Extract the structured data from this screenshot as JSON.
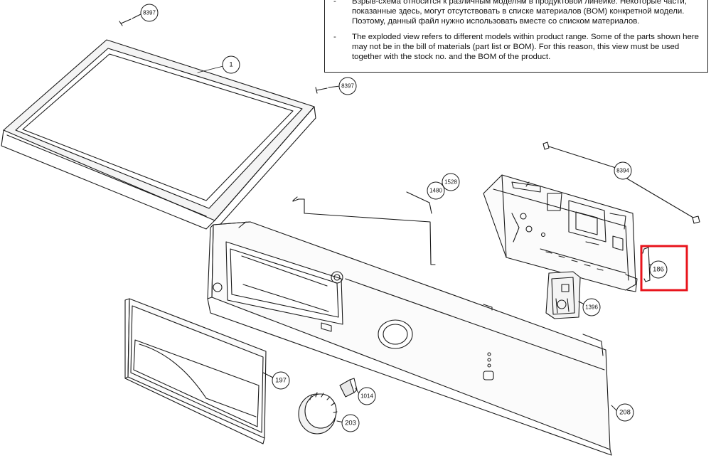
{
  "notes": {
    "ru": "Взрыв-схема относится к различным моделям в продуктовой линейке. Некоторые части, показанные здесь, могут отсутствовать в списке материалов (BOM) конкретной модели. Поэтому, данный файл нужно использовать вместе со списком материалов.",
    "en": "The exploded view refers to different models within product range. Some of the parts shown here may not be in the bill of materials (part list or BOM). For this reason, this view must be used together with the stock no. and the BOM of the product.",
    "bullet": "-"
  },
  "callouts": {
    "c8397a": "8397",
    "c8397b": "8397",
    "c1": "1",
    "c1528": "1528",
    "c1480": "1480",
    "c8394": "8394",
    "c186": "186",
    "c1396": "1396",
    "c197": "197",
    "c1014": "1014",
    "c203": "203",
    "c208": "208"
  },
  "highlight": {
    "target": "186",
    "color": "#e8141c"
  },
  "colors": {
    "line": "#1a1a1a",
    "part_shade": "#e9e9e9"
  }
}
